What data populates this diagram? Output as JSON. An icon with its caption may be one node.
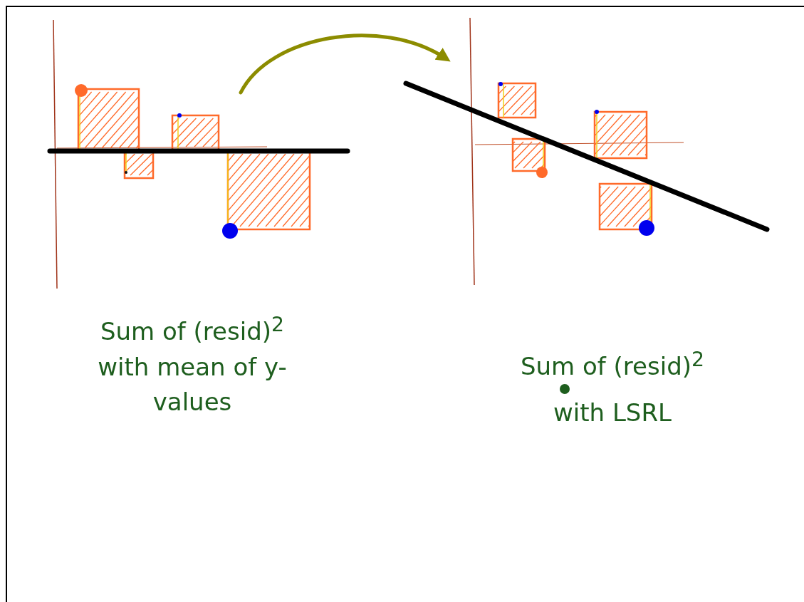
{
  "diagram": {
    "nodes": [
      {
        "text": [],
        "shape": "picture",
        "beside": [
          "Sum of (resid)$^{2}$ with mean of y-values"
        ]
      },
      {
        "text": [],
        "shape": "picture",
        "beside": [
          "Sum of (resid)$^{2}$ with LSRL"
        ]
      }
    ],
    "edges": [
      {
        "from": 0,
        "to": 1,
        "arrow": "to",
        "color": "#8c8c00"
      }
    ]
  }
}
